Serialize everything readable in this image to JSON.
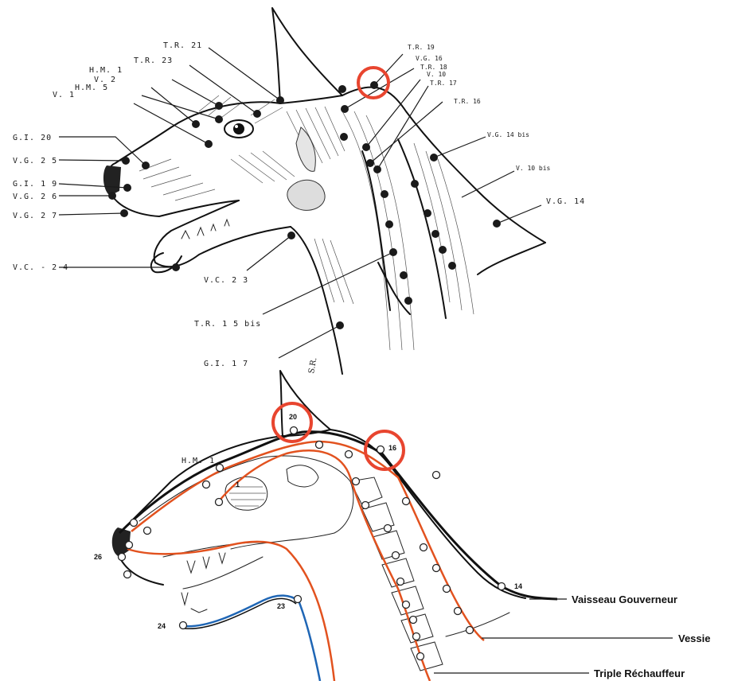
{
  "colors": {
    "ink": "#111111",
    "highlight_circle": "#e8452f",
    "meridian_red": "#e2521f",
    "meridian_blue": "#1f66b5",
    "background": "#ffffff"
  },
  "top_figure": {
    "labels": {
      "tr21": "T.R. 21",
      "tr23": "T.R. 23",
      "hm1": "H.M. 1",
      "v2": "V. 2",
      "hm5": "H.M. 5",
      "v1": "V. 1",
      "gi20": "G.I. 20",
      "vg25": "V.G. 2 5",
      "gi19": "G.I. 1 9",
      "vg26": "V.G. 2 6",
      "vg27": "V.G. 2 7",
      "vc24": "V.C. - 2 4",
      "tr19": "T.R. 19",
      "vg16": "V.G. 16",
      "tr18": "T.R. 18",
      "v10": "V. 10",
      "tr17": "T.R. 17",
      "tr16": "T.R. 16",
      "vg14bis": "V.G. 14 bis",
      "v10bis": "V. 10 bis",
      "vg14": "V.G. 14",
      "vc23": "V.C. 2 3",
      "tr15bis": "T.R. 1 5 bis",
      "gi17": "G.I. 1 7",
      "signature": "S.R."
    }
  },
  "bottom_figure": {
    "point_numbers": {
      "p20": "20",
      "p16": "16",
      "hm1": "H.M. 1",
      "p26": "26",
      "p24": "24",
      "p23": "23",
      "p14": "14",
      "skull_mark": "1"
    },
    "meridians": [
      {
        "label": "Vaisseau Gouverneur",
        "color": "#111111"
      },
      {
        "label": "Vessie",
        "color": "#e2521f"
      },
      {
        "label": "Triple Réchauffeur",
        "color": "#e2521f"
      }
    ]
  }
}
